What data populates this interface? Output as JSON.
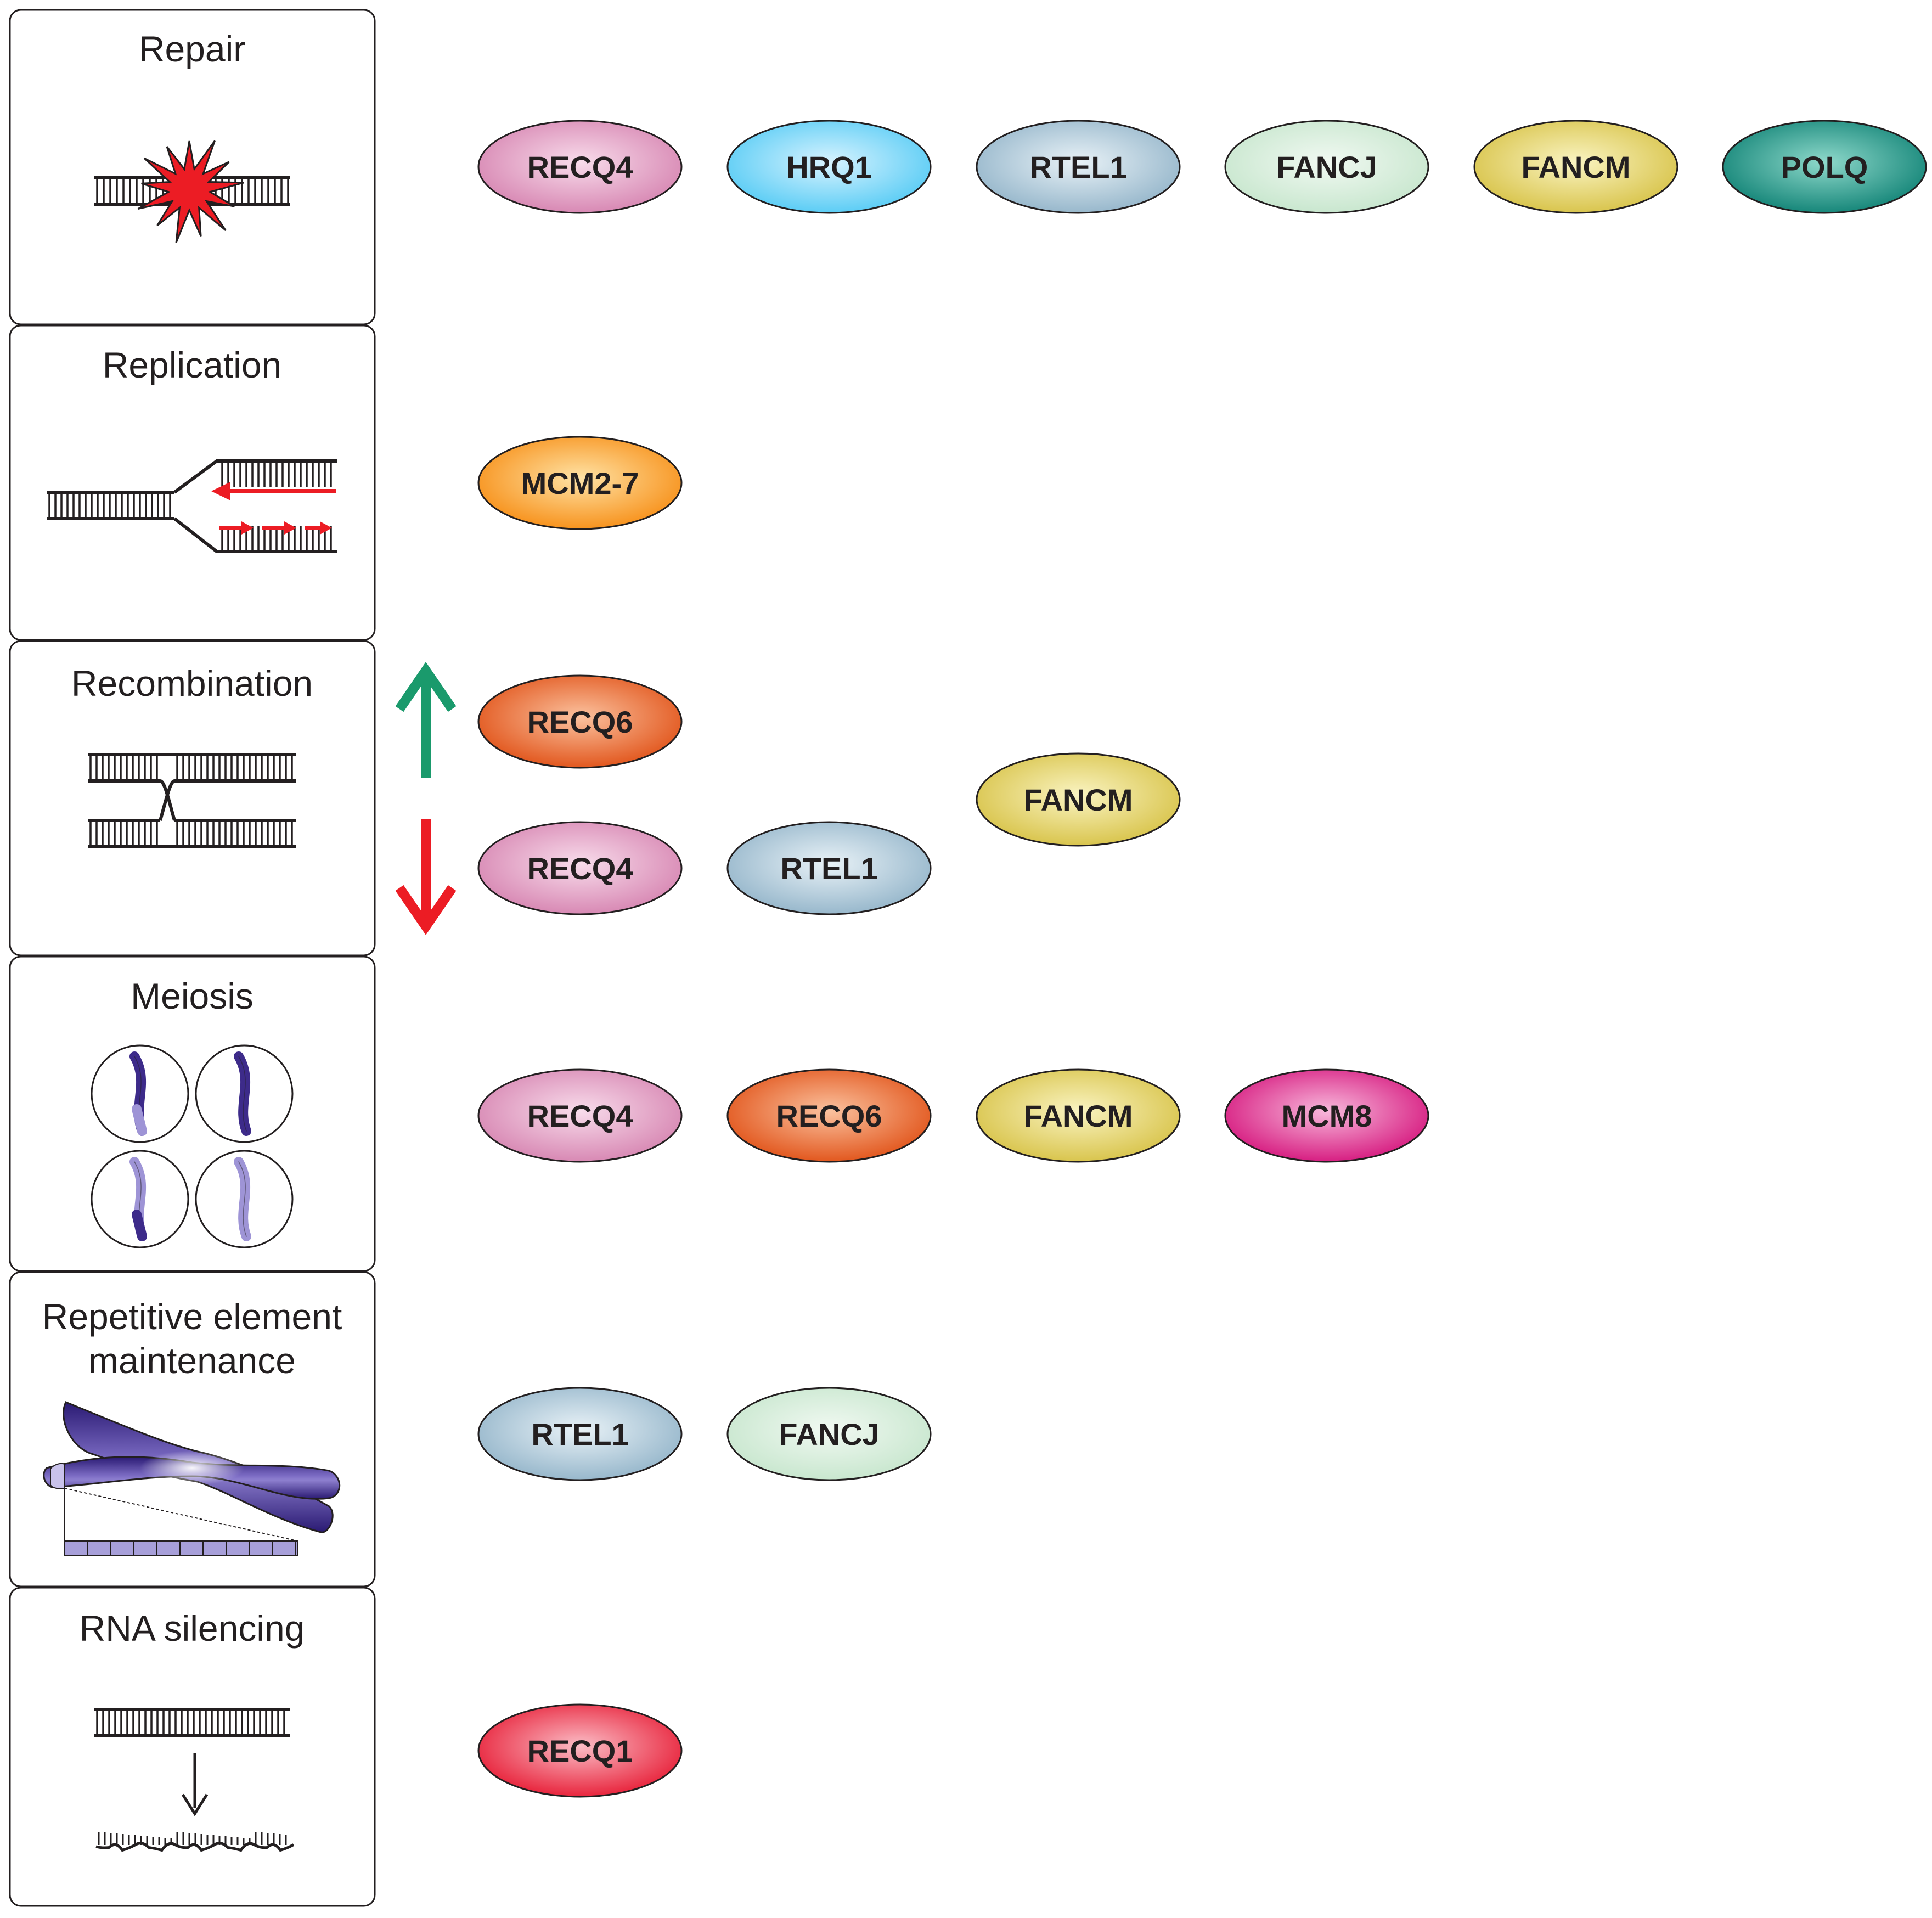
{
  "colors": {
    "RECQ4": [
      "#f8dceb",
      "#d889b4"
    ],
    "HRQ1": [
      "#d8f3ff",
      "#5ccdf5"
    ],
    "RTEL1": [
      "#e9f2f7",
      "#98b8cc"
    ],
    "FANCJ": [
      "#f1f9f2",
      "#c9e7cf"
    ],
    "FANCM": [
      "#faf4c2",
      "#d9c54e"
    ],
    "POLQ": [
      "#8fd9cb",
      "#17877a"
    ],
    "MCM2-7": [
      "#ffe3a6",
      "#f7931e"
    ],
    "RECQ6": [
      "#fbc29f",
      "#e2581f"
    ],
    "MCM8": [
      "#f8b9dc",
      "#d71f82"
    ],
    "RECQ1": [
      "#fbbdc6",
      "#e8253d"
    ],
    "up_arrow": "#1a9a6c",
    "down_arrow": "#ec1c24",
    "chromosome": "#3d2b8a"
  },
  "sections": [
    {
      "key": "repair",
      "title": "Repair",
      "icon": "dna-damage-icon"
    },
    {
      "key": "replication",
      "title": "Replication",
      "icon": "replication-fork-icon"
    },
    {
      "key": "recombination",
      "title": "Recombination",
      "icon": "holliday-junction-icon"
    },
    {
      "key": "meiosis",
      "title": "Meiosis",
      "icon": "meiosis-cells-icon"
    },
    {
      "key": "repetitive",
      "title_lines": [
        "Repetitive element",
        "maintenance"
      ],
      "icon": "chromosome-telomere-icon"
    },
    {
      "key": "rna",
      "title": "RNA silencing",
      "icon": "rna-degradation-icon"
    }
  ],
  "helicases": {
    "repair": [
      "RECQ4",
      "HRQ1",
      "RTEL1",
      "FANCJ",
      "FANCM",
      "POLQ"
    ],
    "replication": [
      "MCM2-7"
    ],
    "recombination_up": [
      "RECQ6"
    ],
    "recombination_down": [
      "RECQ4",
      "RTEL1"
    ],
    "recombination_both": [
      "FANCM"
    ],
    "meiosis": [
      "RECQ4",
      "RECQ6",
      "FANCM",
      "MCM8"
    ],
    "repetitive": [
      "RTEL1",
      "FANCJ"
    ],
    "rna": [
      "RECQ1"
    ]
  }
}
